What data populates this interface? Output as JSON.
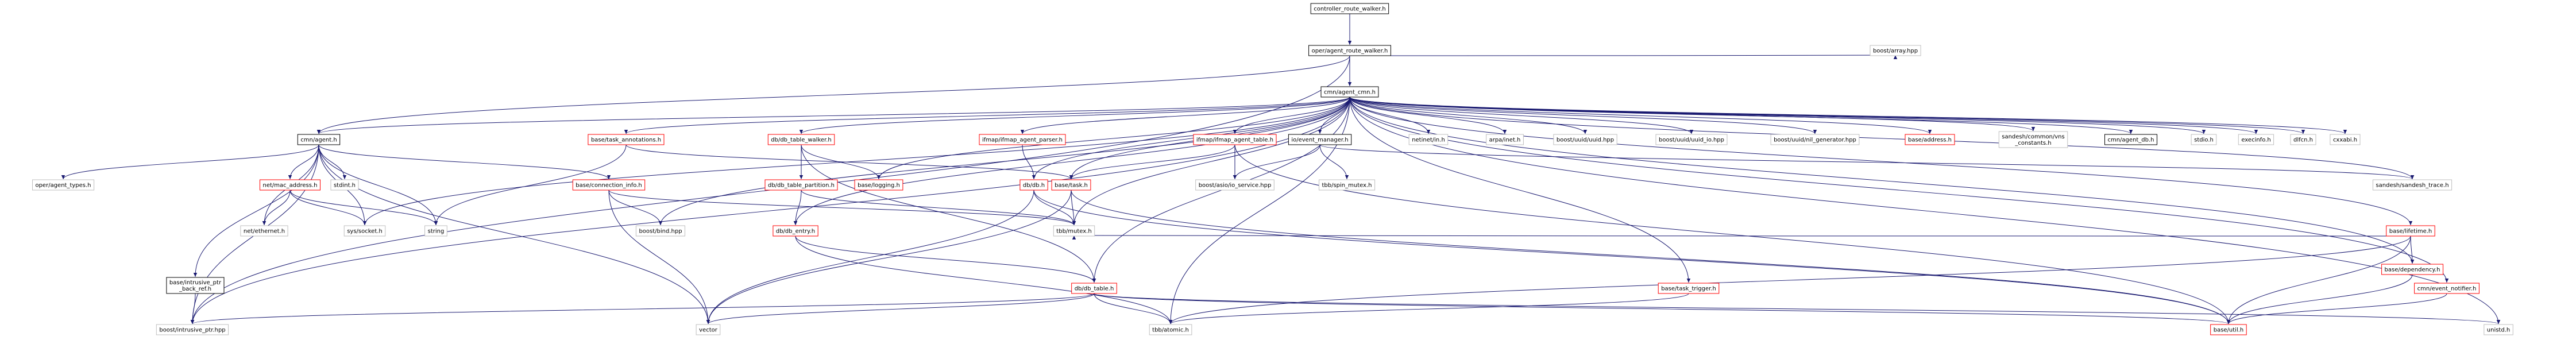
{
  "colors": {
    "edge": "#191970",
    "node_border_default": "#000000",
    "node_border_link": "#ff0000",
    "node_border_external": "#bfbfbf",
    "node_fill_root": "#bfbfbf",
    "node_fill": "#ffffff"
  },
  "nodes": [
    {
      "id": "root",
      "label": "controller_route_walker.h",
      "kind": "root"
    },
    {
      "id": "oper_arw",
      "label": "oper/agent_route_walker.h",
      "kind": "doc"
    },
    {
      "id": "cmn_agent_cmn",
      "label": "cmn/agent_cmn.h",
      "kind": "doc"
    },
    {
      "id": "boost_array",
      "label": "boost/array.hpp",
      "kind": "external"
    },
    {
      "id": "cmn_agent",
      "label": "cmn/agent.h",
      "kind": "doc"
    },
    {
      "id": "base_task_annotations",
      "label": "base/task_annotations.h",
      "kind": "link"
    },
    {
      "id": "db_table_walker",
      "label": "db/db_table_walker.h",
      "kind": "link"
    },
    {
      "id": "ifmap_agent_parser",
      "label": "ifmap/ifmap_agent_parser.h",
      "kind": "link"
    },
    {
      "id": "ifmap_agent_table",
      "label": "ifmap/ifmap_agent_table.h",
      "kind": "link"
    },
    {
      "id": "io_event_manager",
      "label": "io/event_manager.h",
      "kind": "doc"
    },
    {
      "id": "netinet_in",
      "label": "netinet/in.h",
      "kind": "external"
    },
    {
      "id": "arpa_inet",
      "label": "arpa/inet.h",
      "kind": "external"
    },
    {
      "id": "boost_uuid",
      "label": "boost/uuid/uuid.hpp",
      "kind": "external"
    },
    {
      "id": "boost_uuid_io",
      "label": "boost/uuid/uuid_io.hpp",
      "kind": "external"
    },
    {
      "id": "boost_uuid_gen",
      "label": "boost/uuid/nil_generator.hpp",
      "kind": "external"
    },
    {
      "id": "base_address",
      "label": "base/address.h",
      "kind": "link"
    },
    {
      "id": "sandesh_vns",
      "label": "sandesh/common/vns\n_constants.h",
      "kind": "external"
    },
    {
      "id": "cmn_agent_db",
      "label": "cmn/agent_db.h",
      "kind": "doc"
    },
    {
      "id": "stdio",
      "label": "stdio.h",
      "kind": "external"
    },
    {
      "id": "execinfo",
      "label": "execinfo.h",
      "kind": "external"
    },
    {
      "id": "dlfcn",
      "label": "dlfcn.h",
      "kind": "external"
    },
    {
      "id": "cxxabi",
      "label": "cxxabi.h",
      "kind": "external"
    },
    {
      "id": "oper_agent_types",
      "label": "oper/agent_types.h",
      "kind": "external"
    },
    {
      "id": "stdint",
      "label": "stdint.h",
      "kind": "external"
    },
    {
      "id": "net_mac_address",
      "label": "net/mac_address.h",
      "kind": "link"
    },
    {
      "id": "base_connection_info",
      "label": "base/connection_info.h",
      "kind": "link"
    },
    {
      "id": "db_db_table_partition",
      "label": "db/db_table_partition.h",
      "kind": "link"
    },
    {
      "id": "base_logging",
      "label": "base/logging.h",
      "kind": "link"
    },
    {
      "id": "db_db",
      "label": "db/db.h",
      "kind": "link"
    },
    {
      "id": "base_task",
      "label": "base/task.h",
      "kind": "link"
    },
    {
      "id": "boost_asio_io_service",
      "label": "boost/asio/io_service.hpp",
      "kind": "external"
    },
    {
      "id": "tbb_spin_mutex",
      "label": "tbb/spin_mutex.h",
      "kind": "external"
    },
    {
      "id": "sandesh_trace",
      "label": "sandesh/sandesh_trace.h",
      "kind": "external"
    },
    {
      "id": "base_lifetime",
      "label": "base/lifetime.h",
      "kind": "link"
    },
    {
      "id": "net_ethernet",
      "label": "net/ethernet.h",
      "kind": "external"
    },
    {
      "id": "sys_socket",
      "label": "sys/socket.h",
      "kind": "external"
    },
    {
      "id": "string",
      "label": "string",
      "kind": "external"
    },
    {
      "id": "boost_bind",
      "label": "boost/bind.hpp",
      "kind": "external"
    },
    {
      "id": "db_db_entry",
      "label": "db/db_entry.h",
      "kind": "link"
    },
    {
      "id": "tbb_mutex",
      "label": "tbb/mutex.h",
      "kind": "external"
    },
    {
      "id": "base_dependency",
      "label": "base/dependency.h",
      "kind": "link"
    },
    {
      "id": "base_intrusive_ptr_back_ref",
      "label": "base/intrusive_ptr\n_back_ref.h",
      "kind": "doc"
    },
    {
      "id": "db_db_table",
      "label": "db/db_table.h",
      "kind": "link"
    },
    {
      "id": "base_task_trigger",
      "label": "base/task_trigger.h",
      "kind": "link"
    },
    {
      "id": "cmn_event_notifier",
      "label": "cmn/event_notifier.h",
      "kind": "link"
    },
    {
      "id": "boost_intrusive_ptr",
      "label": "boost/intrusive_ptr.hpp",
      "kind": "external"
    },
    {
      "id": "vector",
      "label": "vector",
      "kind": "external"
    },
    {
      "id": "tbb_atomic",
      "label": "tbb/atomic.h",
      "kind": "external"
    },
    {
      "id": "base_util",
      "label": "base/util.h",
      "kind": "link"
    },
    {
      "id": "unistd",
      "label": "unistd.h",
      "kind": "external"
    }
  ],
  "edges": [
    [
      "root",
      "oper_arw"
    ],
    [
      "oper_arw",
      "cmn_agent_cmn"
    ],
    [
      "oper_arw",
      "boost_array"
    ],
    [
      "oper_arw",
      "cmn_agent"
    ],
    [
      "oper_arw",
      "boost_intrusive_ptr"
    ],
    [
      "cmn_agent_cmn",
      "cmn_agent"
    ],
    [
      "cmn_agent_cmn",
      "base_task_annotations"
    ],
    [
      "cmn_agent_cmn",
      "db_table_walker"
    ],
    [
      "cmn_agent_cmn",
      "ifmap_agent_parser"
    ],
    [
      "cmn_agent_cmn",
      "ifmap_agent_table"
    ],
    [
      "cmn_agent_cmn",
      "io_event_manager"
    ],
    [
      "cmn_agent_cmn",
      "netinet_in"
    ],
    [
      "cmn_agent_cmn",
      "arpa_inet"
    ],
    [
      "cmn_agent_cmn",
      "boost_uuid"
    ],
    [
      "cmn_agent_cmn",
      "boost_uuid_io"
    ],
    [
      "cmn_agent_cmn",
      "boost_uuid_gen"
    ],
    [
      "cmn_agent_cmn",
      "base_address"
    ],
    [
      "cmn_agent_cmn",
      "sandesh_vns"
    ],
    [
      "cmn_agent_cmn",
      "cmn_agent_db"
    ],
    [
      "cmn_agent_cmn",
      "stdio"
    ],
    [
      "cmn_agent_cmn",
      "execinfo"
    ],
    [
      "cmn_agent_cmn",
      "dlfcn"
    ],
    [
      "cmn_agent_cmn",
      "cxxabi"
    ],
    [
      "cmn_agent_cmn",
      "base_logging"
    ],
    [
      "cmn_agent_cmn",
      "db_db"
    ],
    [
      "cmn_agent_cmn",
      "base_task"
    ],
    [
      "cmn_agent_cmn",
      "sandesh_trace"
    ],
    [
      "cmn_agent_cmn",
      "base_lifetime"
    ],
    [
      "cmn_agent_cmn",
      "sys_socket"
    ],
    [
      "cmn_agent_cmn",
      "boost_bind"
    ],
    [
      "cmn_agent_cmn",
      "tbb_mutex"
    ],
    [
      "cmn_agent_cmn",
      "db_db_entry"
    ],
    [
      "cmn_agent_cmn",
      "base_dependency"
    ],
    [
      "cmn_agent_cmn",
      "db_db_table"
    ],
    [
      "cmn_agent_cmn",
      "base_task_trigger"
    ],
    [
      "cmn_agent_cmn",
      "cmn_event_notifier"
    ],
    [
      "cmn_agent_cmn",
      "boost_intrusive_ptr"
    ],
    [
      "cmn_agent_cmn",
      "tbb_atomic"
    ],
    [
      "cmn_agent_cmn",
      "unistd"
    ],
    [
      "cmn_agent",
      "oper_agent_types"
    ],
    [
      "cmn_agent",
      "stdint"
    ],
    [
      "cmn_agent",
      "net_mac_address"
    ],
    [
      "cmn_agent",
      "base_connection_info"
    ],
    [
      "cmn_agent",
      "string"
    ],
    [
      "cmn_agent",
      "sys_socket"
    ],
    [
      "cmn_agent",
      "net_ethernet"
    ],
    [
      "cmn_agent",
      "base_intrusive_ptr_back_ref"
    ],
    [
      "cmn_agent",
      "boost_intrusive_ptr"
    ],
    [
      "cmn_agent",
      "vector"
    ],
    [
      "base_task_annotations",
      "base_task"
    ],
    [
      "base_task_annotations",
      "string"
    ],
    [
      "db_table_walker",
      "db_db_table_partition"
    ],
    [
      "db_table_walker",
      "base_logging"
    ],
    [
      "db_table_walker",
      "db_db_table"
    ],
    [
      "ifmap_agent_parser",
      "db_db"
    ],
    [
      "ifmap_agent_table",
      "base_task"
    ],
    [
      "ifmap_agent_table",
      "boost_asio_io_service"
    ],
    [
      "ifmap_agent_table",
      "base_util"
    ],
    [
      "io_event_manager",
      "boost_asio_io_service"
    ],
    [
      "io_event_manager",
      "tbb_spin_mutex"
    ],
    [
      "io_event_manager",
      "sandesh_trace"
    ],
    [
      "net_mac_address",
      "net_ethernet"
    ],
    [
      "net_mac_address",
      "sys_socket"
    ],
    [
      "net_mac_address",
      "string"
    ],
    [
      "base_connection_info",
      "boost_bind"
    ],
    [
      "base_connection_info",
      "tbb_mutex"
    ],
    [
      "base_connection_info",
      "vector"
    ],
    [
      "db_db_table_partition",
      "db_db_entry"
    ],
    [
      "db_db_table_partition",
      "tbb_mutex"
    ],
    [
      "db_db",
      "tbb_mutex"
    ],
    [
      "db_db",
      "vector"
    ],
    [
      "db_db",
      "base_util"
    ],
    [
      "base_task",
      "tbb_mutex"
    ],
    [
      "base_task",
      "vector"
    ],
    [
      "base_task",
      "base_util"
    ],
    [
      "base_lifetime",
      "tbb_mutex"
    ],
    [
      "base_lifetime",
      "base_dependency"
    ],
    [
      "base_lifetime",
      "base_util"
    ],
    [
      "base_lifetime",
      "tbb_atomic"
    ],
    [
      "db_db_entry",
      "db_db_table"
    ],
    [
      "db_db_entry",
      "tbb_atomic"
    ],
    [
      "base_dependency",
      "base_util"
    ],
    [
      "base_intrusive_ptr_back_ref",
      "boost_intrusive_ptr"
    ],
    [
      "db_db_table",
      "boost_intrusive_ptr"
    ],
    [
      "db_db_table",
      "vector"
    ],
    [
      "db_db_table",
      "tbb_atomic"
    ],
    [
      "db_db_table",
      "base_util"
    ],
    [
      "db_db_table",
      "unistd"
    ],
    [
      "base_task_trigger",
      "tbb_atomic"
    ],
    [
      "cmn_event_notifier",
      "base_util"
    ]
  ]
}
